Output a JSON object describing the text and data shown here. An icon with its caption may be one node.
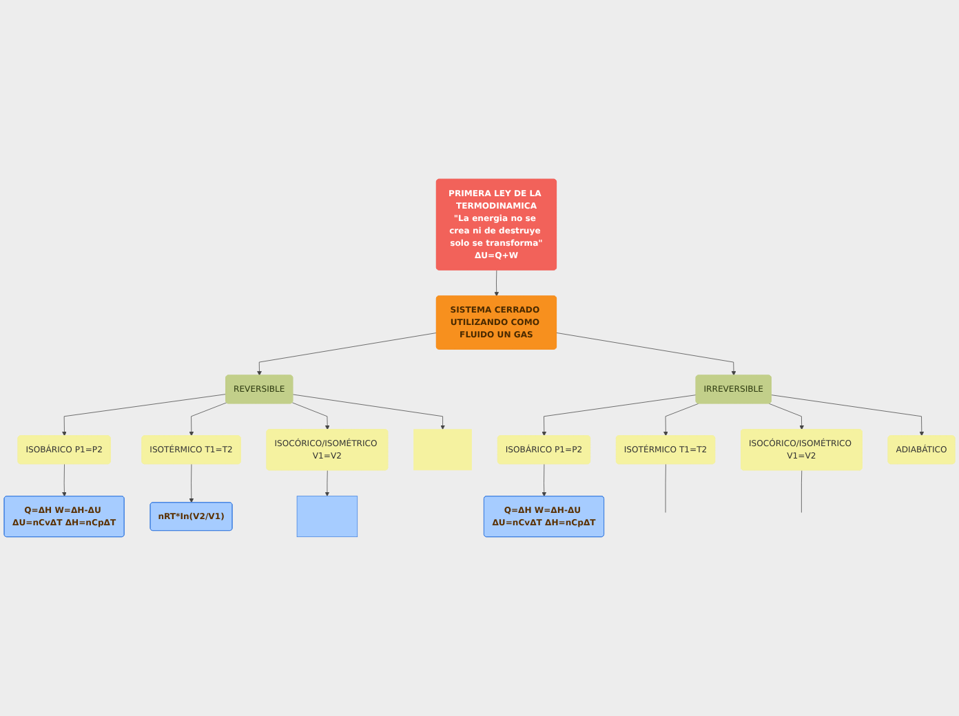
{
  "diagram": {
    "nodes": [
      {
        "text": [
          "PRIMERA LEY DE LA TERMODINAMICA",
          "\"La energia no se crea ni de destruye solo se transforma\"",
          "ΔU=Q+W"
        ]
      },
      {
        "text": [
          "SISTEMA CERRADO UTILIZANDO COMO FLUIDO UN GAS"
        ]
      },
      {
        "text": [
          "REVERSIBLE"
        ]
      },
      {
        "text": [
          "IRREVERSIBLE"
        ]
      },
      {
        "text": [
          "ISOBÁRICO P1=P2"
        ]
      },
      {
        "text": [
          "Q=ΔH W=ΔH-ΔU ΔU=nCvΔT ΔH=nCpΔT"
        ]
      },
      {
        "text": [
          "ISOTÉRMICO T1=T2"
        ]
      },
      {
        "text": [
          "nRT*In(V2/V1)"
        ]
      },
      {
        "text": [
          "ISOCÓRICO/ISOMÉTRICO V1=V2"
        ]
      },
      {
        "text": [],
        "shape": "box"
      },
      {
        "text": [],
        "shape": "box"
      },
      {
        "text": [
          "ISOBÁRICO P1=P2"
        ]
      },
      {
        "text": [
          "Q=ΔH W=ΔH-ΔU ΔU=nCvΔT ΔH=nCpΔT"
        ]
      },
      {
        "text": [
          "ISOTÉRMICO T1=T2"
        ]
      },
      {
        "text": [
          "ISOCÓRICO/ISOMÉTRICO V1=V2"
        ]
      },
      {
        "text": [
          "ADIABÁTICO"
        ]
      }
    ],
    "edges": [
      {
        "from": 0,
        "to": 1,
        "arrow": "to"
      },
      {
        "from": 1,
        "to": 2,
        "arrow": "to"
      },
      {
        "from": 1,
        "to": 3,
        "arrow": "to"
      },
      {
        "from": 2,
        "to": 4,
        "arrow": "to"
      },
      {
        "from": 4,
        "to": 5,
        "arrow": "to"
      },
      {
        "from": 2,
        "to": 6,
        "arrow": "to"
      },
      {
        "from": 6,
        "to": 7,
        "arrow": "to"
      },
      {
        "from": 2,
        "to": 8,
        "arrow": "to"
      },
      {
        "from": 8,
        "to": 9,
        "arrow": "to"
      },
      {
        "from": 2,
        "to": 10,
        "arrow": "to"
      },
      {
        "from": 3,
        "to": 11,
        "arrow": "to"
      },
      {
        "from": 11,
        "to": 12,
        "arrow": "to"
      },
      {
        "from": 3,
        "to": 13,
        "arrow": "to"
      },
      {
        "from": 13,
        "to": null,
        "arrow": "none"
      },
      {
        "from": 3,
        "to": 14,
        "arrow": "to"
      },
      {
        "from": 14,
        "to": null,
        "arrow": "none"
      },
      {
        "from": 3,
        "to": 15,
        "arrow": "to"
      }
    ]
  }
}
